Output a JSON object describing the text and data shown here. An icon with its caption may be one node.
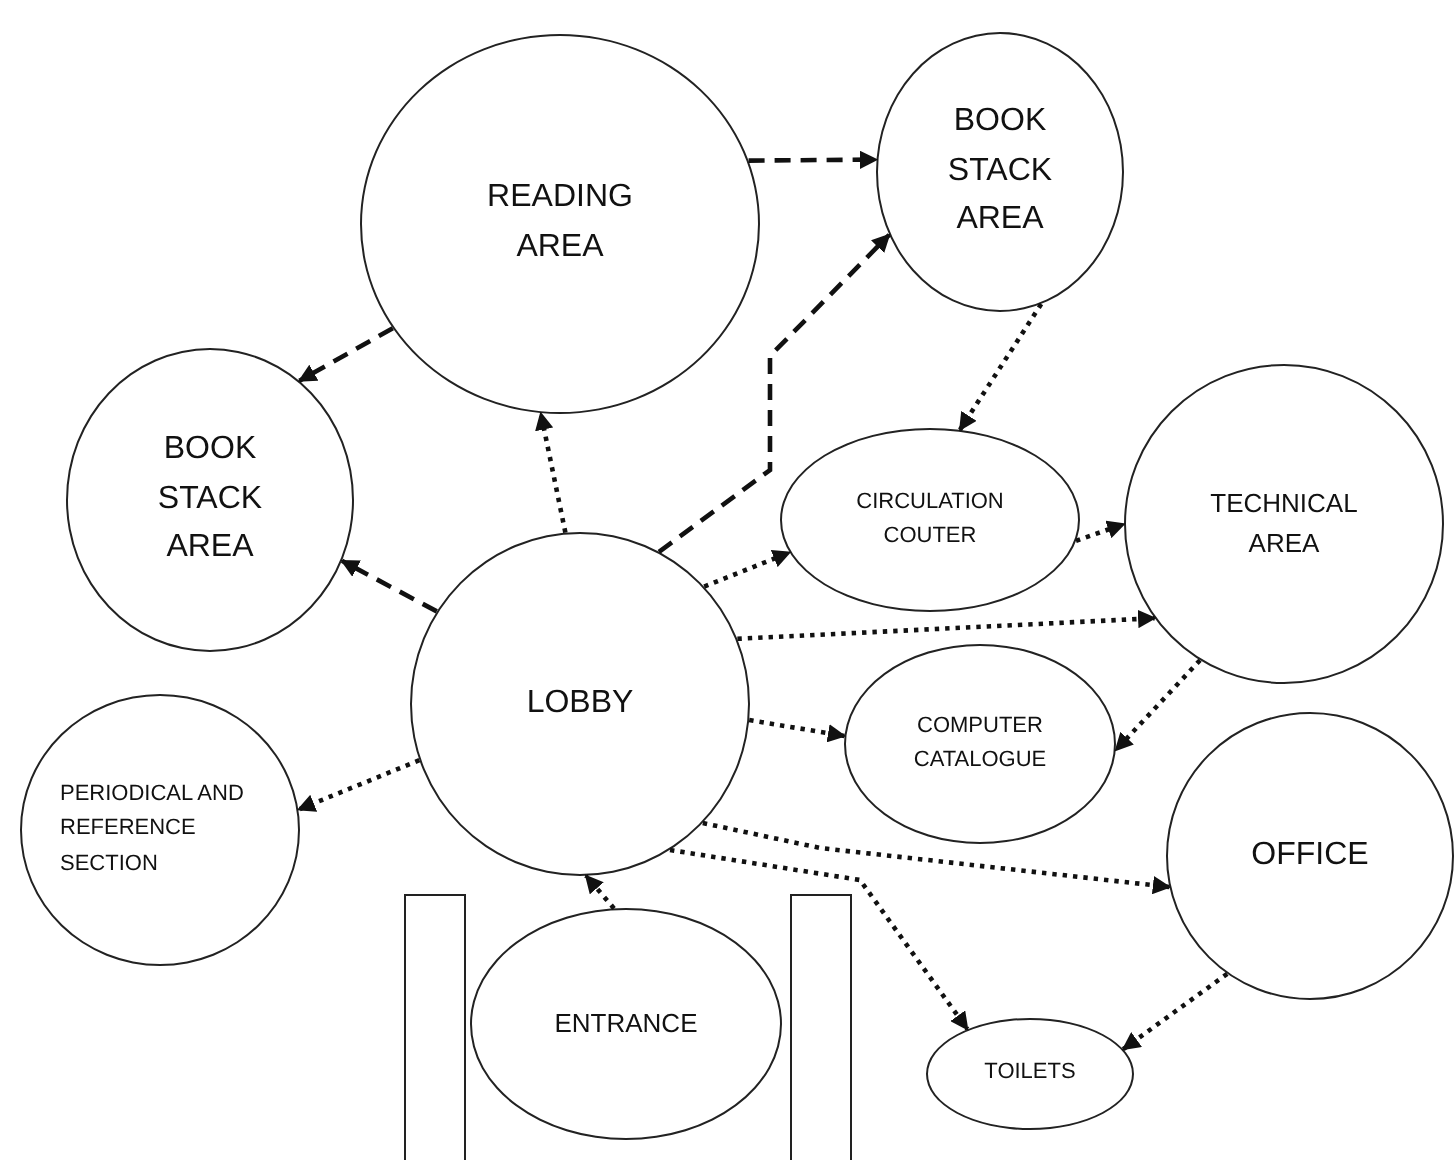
{
  "diagram": {
    "nodes": [
      {
        "text": [
          "READING AREA"
        ]
      },
      {
        "text": [
          "BOOK STACK AREA"
        ]
      },
      {
        "text": [
          "BOOK STACK AREA"
        ]
      },
      {
        "text": [
          "CIRCULATION COUTER"
        ]
      },
      {
        "text": [
          "TECHNICAL AREA"
        ]
      },
      {
        "text": [
          "LOBBY"
        ]
      },
      {
        "text": [
          "COMPUTER CATALOGUE"
        ]
      },
      {
        "text": [
          "PERIODICAL AND REFERENCE SECTION"
        ]
      },
      {
        "text": [
          "OFFICE"
        ]
      },
      {
        "text": [
          "TOILETS"
        ]
      },
      {
        "text": [
          "ENTRANCE"
        ]
      },
      {
        "text": [],
        "shape": "box"
      },
      {
        "text": [],
        "shape": "box"
      }
    ],
    "edges": [
      {
        "from": 0,
        "to": 1,
        "arrow": "to",
        "style": "dashed"
      },
      {
        "from": 0,
        "to": 2,
        "arrow": "to",
        "style": "dashed"
      },
      {
        "from": 5,
        "to": 2,
        "arrow": "to",
        "style": "dashed"
      },
      {
        "from": 5,
        "to": 0,
        "arrow": "to"
      },
      {
        "from": 5,
        "to": 1,
        "arrow": "to",
        "style": "dashed"
      },
      {
        "from": 1,
        "to": 3,
        "arrow": "to"
      },
      {
        "from": 5,
        "to": 3,
        "arrow": "to"
      },
      {
        "from": 3,
        "to": 4,
        "arrow": "to"
      },
      {
        "from": 5,
        "to": 4,
        "arrow": "to"
      },
      {
        "from": 4,
        "to": 6,
        "arrow": "to"
      },
      {
        "from": 5,
        "to": 6,
        "arrow": "to"
      },
      {
        "from": 5,
        "to": 8,
        "arrow": "to"
      },
      {
        "from": 5,
        "to": 7,
        "arrow": "to"
      },
      {
        "from": 5,
        "to": 9,
        "arrow": "to"
      },
      {
        "from": 8,
        "to": 9,
        "arrow": "to"
      },
      {
        "from": 10,
        "to": 5,
        "arrow": "to"
      }
    ]
  }
}
